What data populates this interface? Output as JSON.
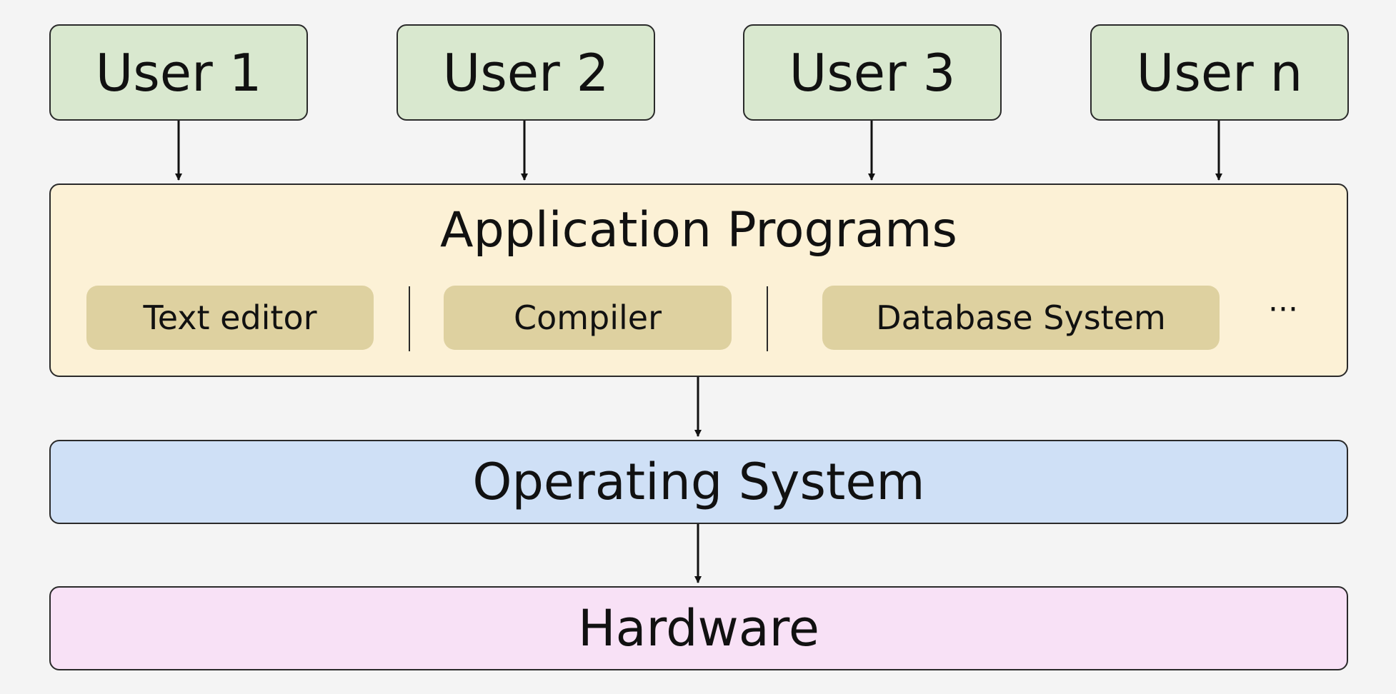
{
  "users": [
    "User 1",
    "User 2",
    "User 3",
    "User n"
  ],
  "application_layer": {
    "title": "Application Programs",
    "programs": [
      "Text editor",
      "Compiler",
      "Database System"
    ],
    "more": "···"
  },
  "os_layer": {
    "label": "Operating System"
  },
  "hardware_layer": {
    "label": "Hardware"
  },
  "colors": {
    "background": "#f4f4f4",
    "user_fill": "#d9e8cf",
    "application_fill": "#fcf1d6",
    "program_chip_fill": "#ded1a0",
    "os_fill": "#cfe0f6",
    "hardware_fill": "#f8e1f6",
    "stroke": "#2a2a2a"
  }
}
